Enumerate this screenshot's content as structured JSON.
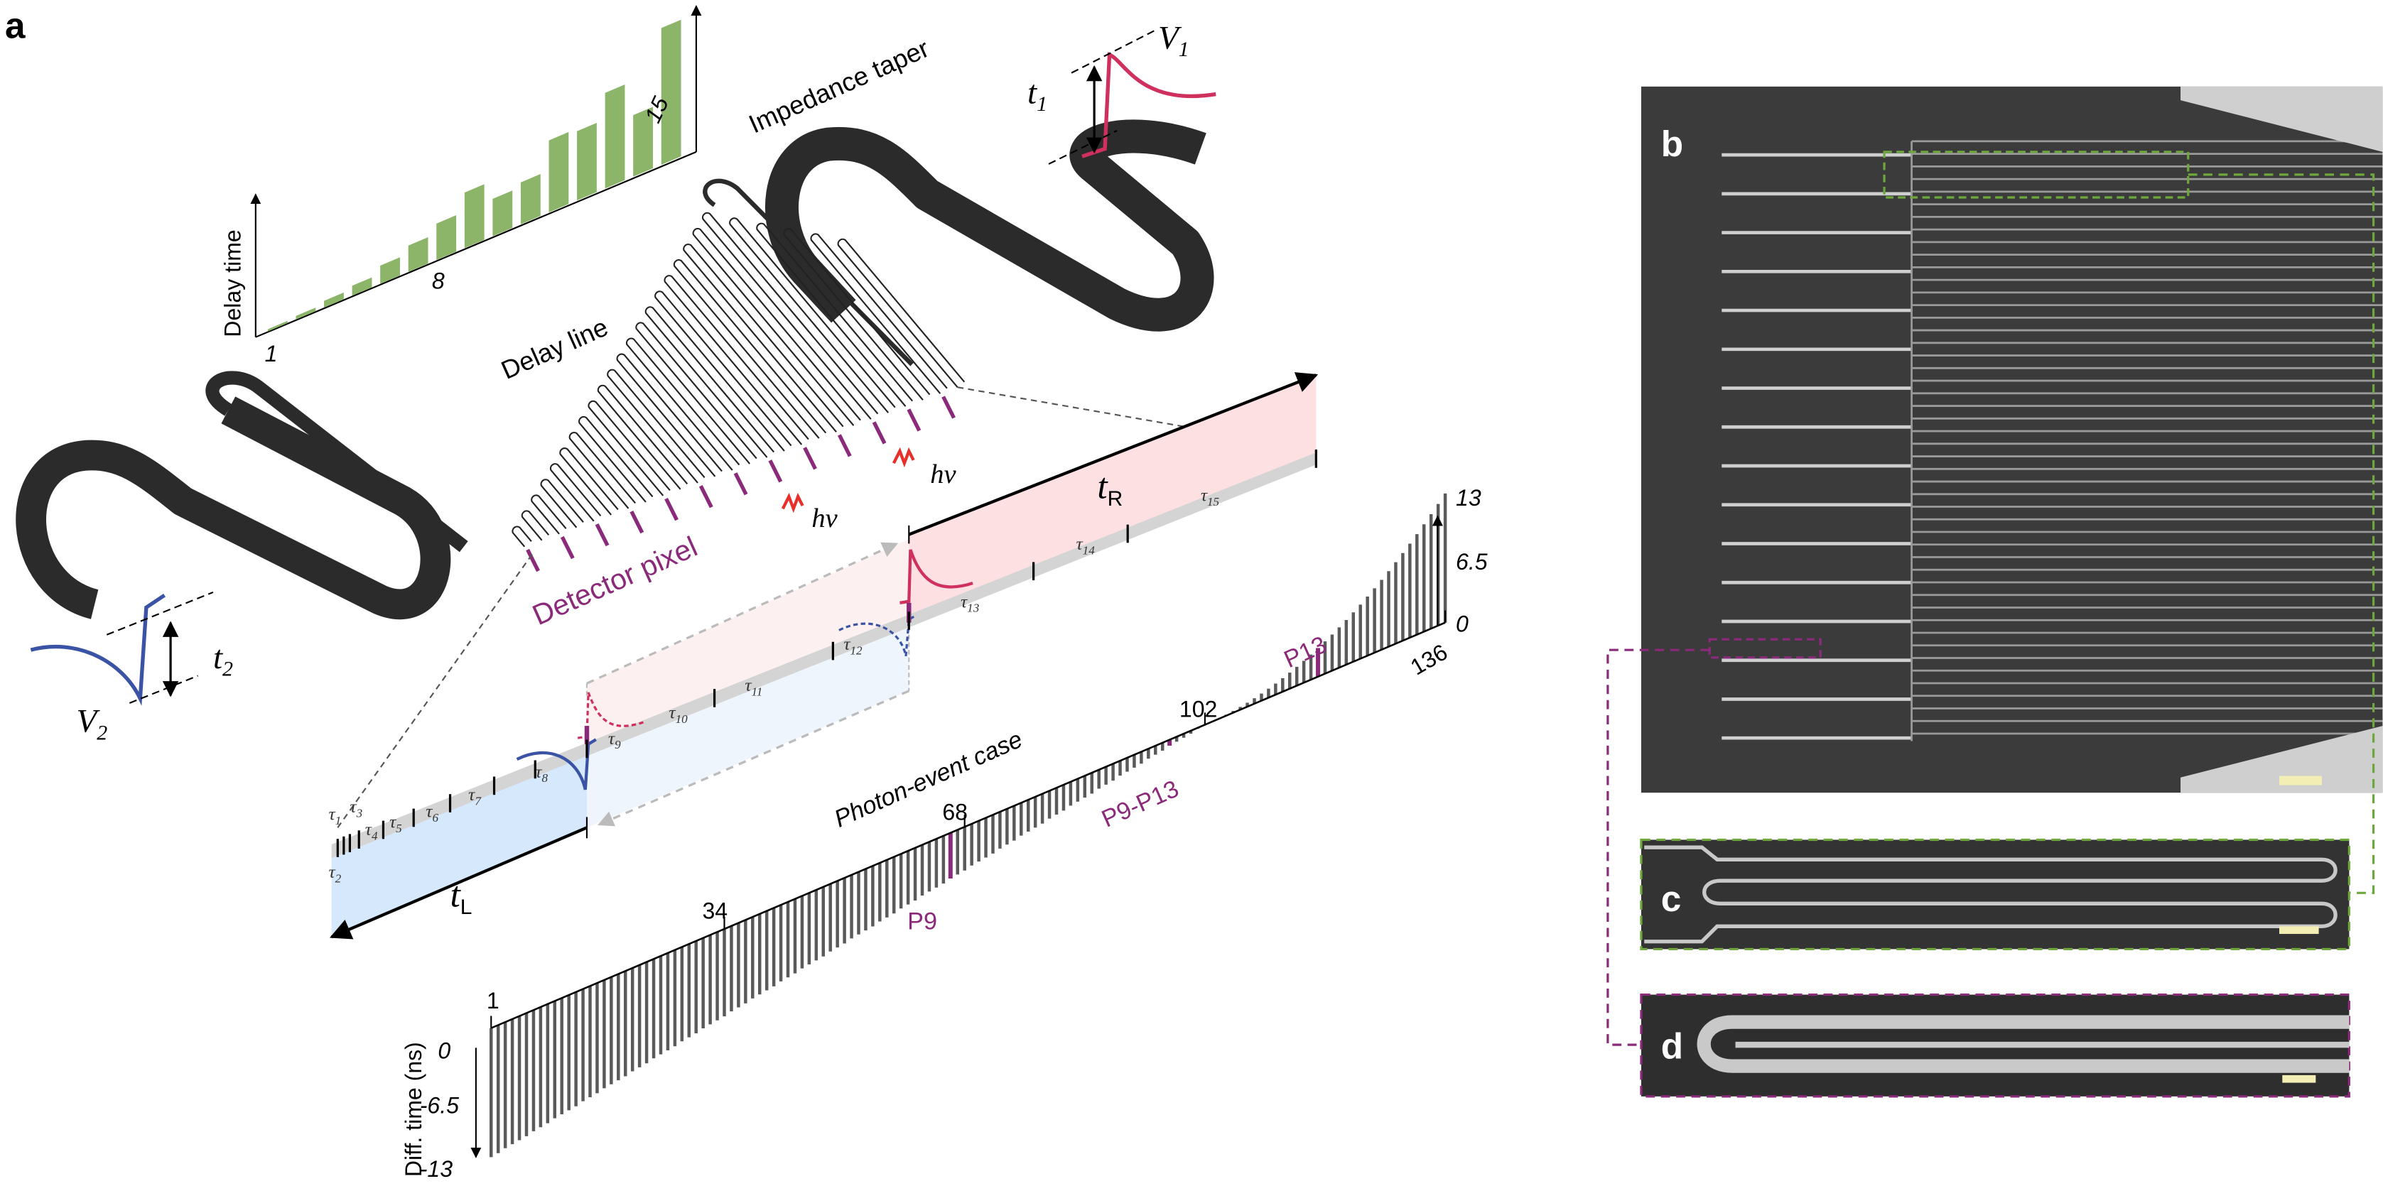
{
  "panel_labels": {
    "a": "a",
    "b": "b",
    "c": "c",
    "d": "d"
  },
  "delay_chart": {
    "ylabel": "Delay time",
    "tick_labels": [
      "1",
      "8",
      "15"
    ],
    "bar_color": "#8db56a"
  },
  "labels": {
    "impedance_taper": "Impedance taper",
    "delay_line": "Delay line",
    "detector_pixel": "Detector pixel",
    "photon_event_case": "Photon-event case",
    "hv": "hν",
    "t": "t",
    "t1_sub": "1",
    "t2_sub": "2",
    "V": "V",
    "V1_sub": "1",
    "V2_sub": "2",
    "tR_sub": "R",
    "tL_sub": "L",
    "tau": "τ",
    "tau_indices": [
      "1",
      "2",
      "3",
      "4",
      "5",
      "6",
      "7",
      "8",
      "9",
      "10",
      "11",
      "12",
      "13",
      "14",
      "15"
    ]
  },
  "diff_chart": {
    "ylabel": "Diff. time (ns)",
    "left_ticks": [
      "0",
      "-6.5",
      "-13"
    ],
    "right_ticks": [
      "13",
      "6.5",
      "0"
    ],
    "x_ticks": [
      "1",
      "34",
      "68",
      "102",
      "136"
    ],
    "annotations": [
      "P9",
      "P9-P13",
      "P13"
    ]
  },
  "colors": {
    "purple": "#8b2a7a",
    "red_pulse": "#d0305e",
    "blue_pulse": "#3a53a4",
    "pink_region": "#fde0e2",
    "blue_region": "#d6e8fb",
    "green_dash": "#6ea83c",
    "sem_bg": "#3b3b3b",
    "scale_bar": "#f3efb4"
  },
  "chart_data": [
    {
      "type": "bar",
      "title": "",
      "xlabel": "",
      "ylabel": "Delay time",
      "categories": [
        1,
        2,
        3,
        4,
        5,
        6,
        7,
        8,
        9,
        10,
        11,
        12,
        13,
        14,
        15
      ],
      "values": [
        0.25,
        0.4,
        0.75,
        1.1,
        2,
        2.9,
        4,
        6.1,
        4.1,
        4.6,
        7.9,
        7.6,
        10.5,
        6.75,
        15
      ],
      "tick_labels": [
        "1",
        "8",
        "15"
      ]
    },
    {
      "type": "bar",
      "title": "",
      "xlabel": "Photon-event case",
      "ylabel": "Diff. time (ns)",
      "ylim": [
        -13,
        13
      ],
      "x_ticks": [
        1,
        34,
        68,
        102,
        136
      ],
      "highlighted": {
        "P9": 66,
        "P9-P13": 97,
        "P13": 118
      },
      "values": [
        -13.0,
        -12.9,
        -12.7,
        -12.6,
        -12.5,
        -12.4,
        -12.2,
        -12.1,
        -12.0,
        -11.8,
        -11.7,
        -11.6,
        -11.5,
        -11.3,
        -11.2,
        -11.1,
        -10.9,
        -10.8,
        -10.7,
        -10.6,
        -10.4,
        -10.3,
        -10.2,
        -10.0,
        -9.9,
        -9.8,
        -9.7,
        -9.5,
        -9.4,
        -9.3,
        -9.1,
        -9.0,
        -8.9,
        -8.8,
        -8.6,
        -8.5,
        -8.4,
        -8.2,
        -8.1,
        -8.0,
        -7.9,
        -7.7,
        -7.6,
        -7.5,
        -7.3,
        -7.2,
        -7.1,
        -7.0,
        -6.8,
        -6.7,
        -6.6,
        -6.4,
        -6.3,
        -6.2,
        -6.1,
        -5.9,
        -5.8,
        -5.7,
        -5.5,
        -5.4,
        -5.3,
        -5.1,
        -5.0,
        -4.9,
        -4.8,
        -4.6,
        -4.5,
        -4.4,
        -4.2,
        -4.1,
        -4.0,
        -3.9,
        -3.7,
        -3.6,
        -3.5,
        -3.3,
        -3.2,
        -3.1,
        -3.0,
        -2.8,
        -2.7,
        -2.6,
        -2.4,
        -2.3,
        -2.2,
        -2.1,
        -1.9,
        -1.8,
        -1.7,
        -1.5,
        -1.4,
        -1.3,
        -1.2,
        -1.0,
        -0.9,
        -0.8,
        -0.6,
        -0.5,
        -0.4,
        -0.3,
        -0.1,
        0.0,
        0.01,
        0.04,
        0.1,
        0.18,
        0.28,
        0.4,
        0.55,
        0.72,
        0.91,
        1.12,
        1.36,
        1.62,
        1.9,
        2.2,
        2.53,
        2.88,
        3.25,
        3.64,
        4.06,
        4.5,
        4.96,
        5.44,
        5.95,
        6.48,
        7.03,
        7.6,
        8.2,
        8.82,
        9.46,
        10.12,
        10.81,
        11.52,
        12.25,
        13.0
      ]
    }
  ]
}
